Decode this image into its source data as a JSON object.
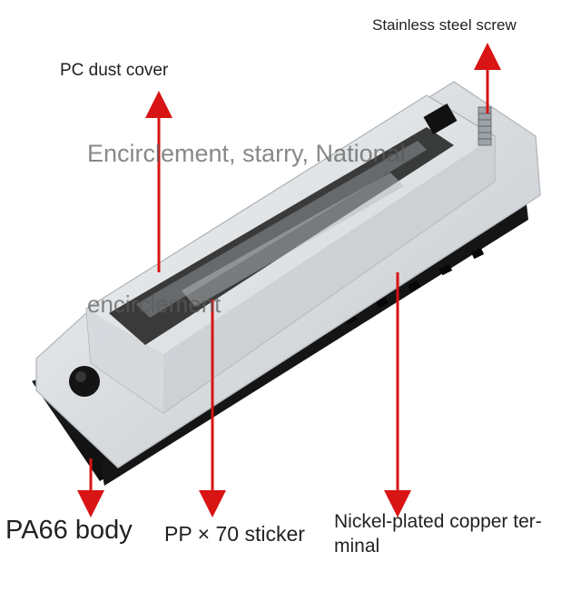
{
  "labels": {
    "stainless_screw": "Stainless steel screw",
    "dust_cover": "PC dust cover",
    "body": "PA66 body",
    "sticker": "PP × 70 sticker",
    "terminal_line1": "Nickel-plated copper ter-",
    "terminal_line2": "minal"
  },
  "watermarks": {
    "line1": "Encirclement, starry, National",
    "line2": "encirclement"
  },
  "colors": {
    "arrow": "#d81414",
    "cover": "#e6e8ea",
    "base": "#1e1e1e"
  }
}
